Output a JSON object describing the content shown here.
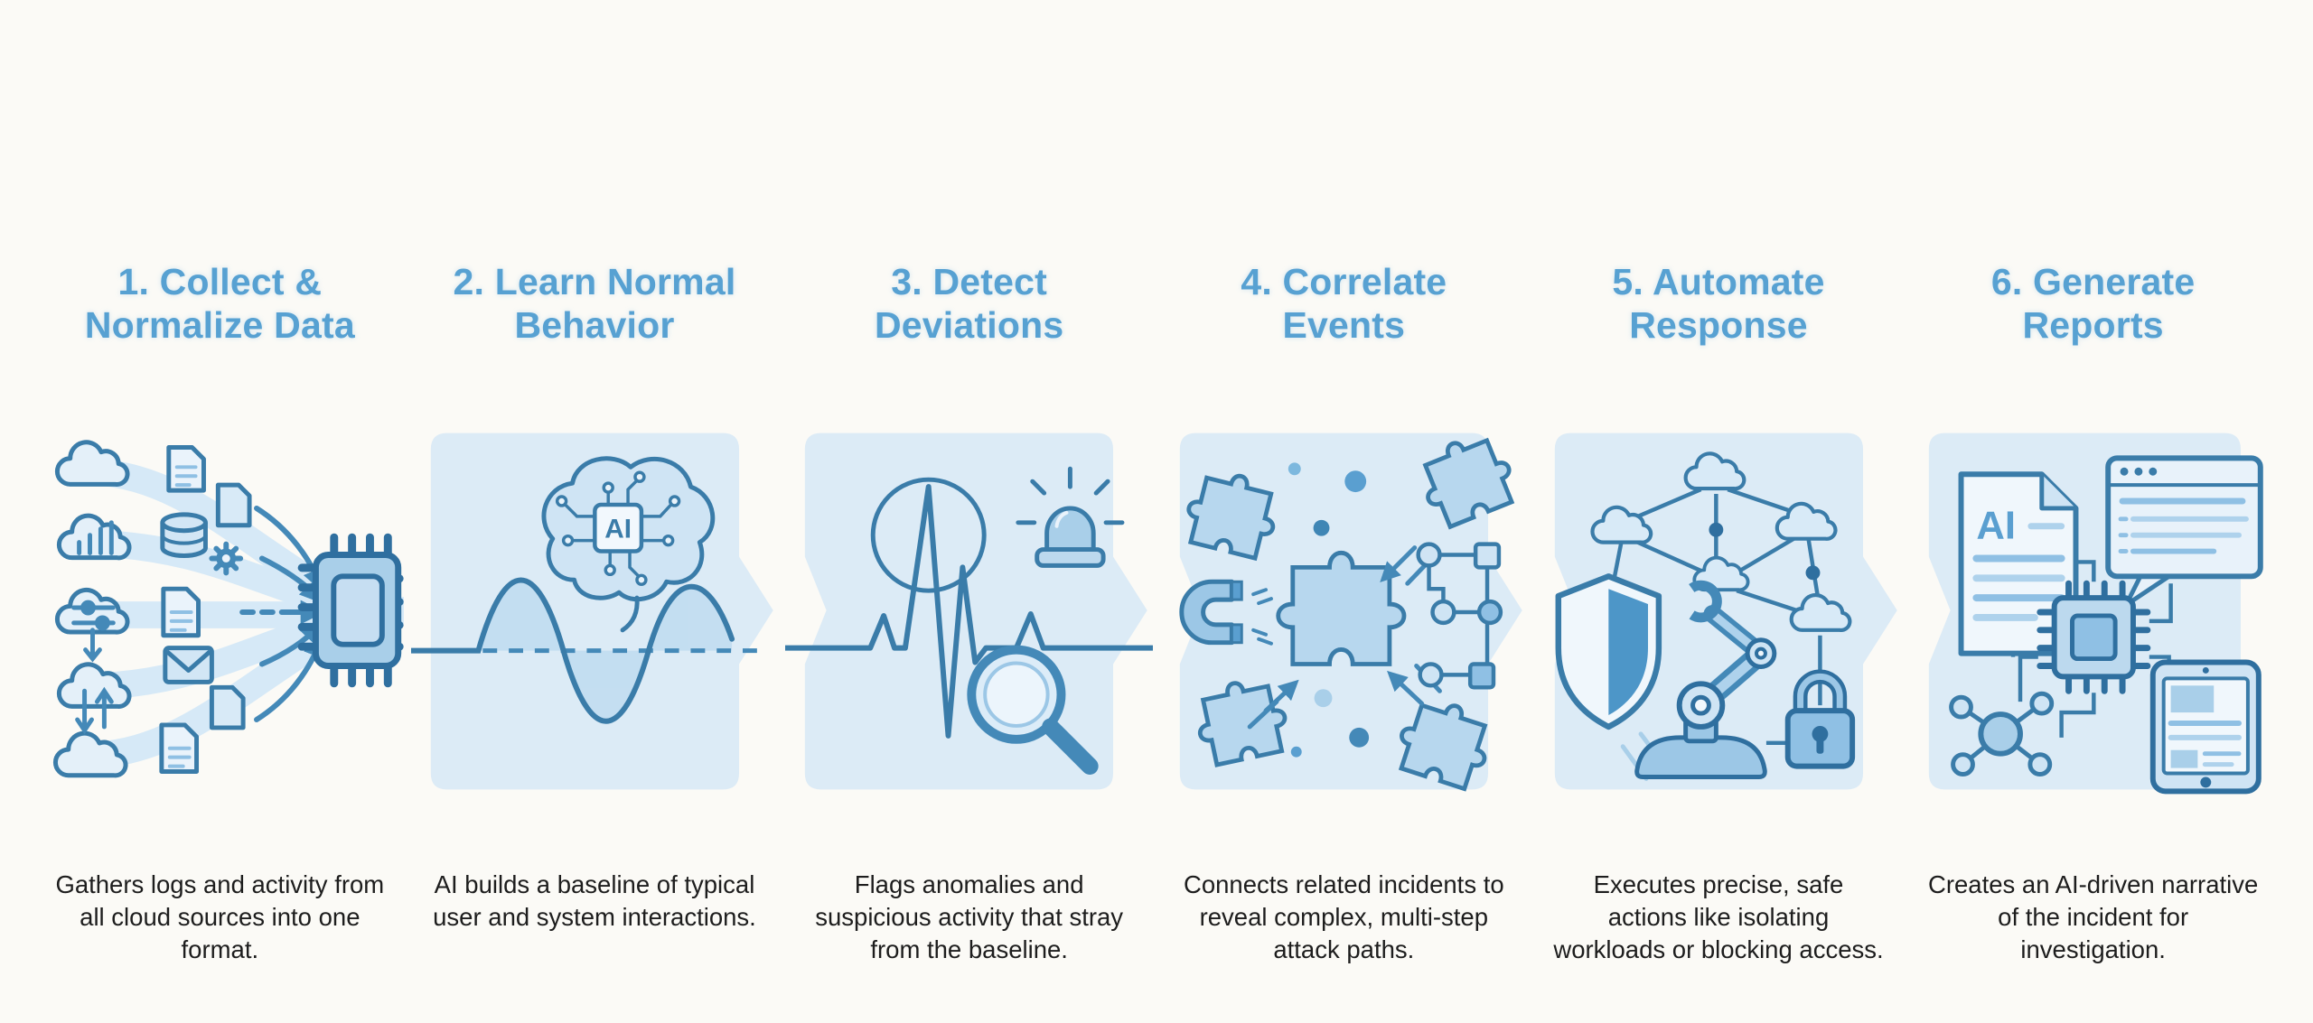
{
  "page": {
    "background": "#fbfaf6",
    "accent_blue": "#57a1d2",
    "icon_stroke": "#3a7ca9",
    "icon_stroke_dark": "#2f6f9f",
    "icon_fill_light": "#d8eaf7",
    "icon_fill_mid": "#a9cfe9",
    "panel_fill": "#dcebf6",
    "caption_color": "#1d1d1d"
  },
  "steps": [
    {
      "id": 1,
      "title": "1. Collect &\nNormalize Data",
      "caption": "Gathers logs and activity from all cloud sources into one format.",
      "icons": [
        "cloud-icon",
        "bar-chart-cloud-icon",
        "settings-cloud-icon",
        "sync-arrows-cloud-icon",
        "document-icon",
        "database-icon",
        "gear-icon",
        "envelope-icon",
        "converging-arrows-icon",
        "cpu-chip-icon"
      ]
    },
    {
      "id": 2,
      "title": "2. Learn Normal\nBehavior",
      "caption": "AI builds a baseline of typical user and system interactions.",
      "brain_chip_label": "AI",
      "icons": [
        "ai-brain-icon",
        "sine-wave-icon",
        "dashed-baseline-icon"
      ]
    },
    {
      "id": 3,
      "title": "3. Detect\nDeviations",
      "caption": "Flags anomalies and suspicious activity that stray from the baseline.",
      "icons": [
        "ecg-spike-icon",
        "anomaly-circle-icon",
        "siren-icon",
        "magnifier-icon"
      ]
    },
    {
      "id": 4,
      "title": "4. Correlate\nEvents",
      "caption": "Connects related incidents to reveal complex, multi-step attack paths.",
      "icons": [
        "puzzle-piece-icon",
        "magnet-icon",
        "flowchart-icon",
        "dot-icon",
        "converging-arrows-icon"
      ]
    },
    {
      "id": 5,
      "title": "5. Automate\nResponse",
      "caption": "Executes precise, safe actions like isolating workloads or blocking access.",
      "icons": [
        "shield-icon",
        "cloud-network-icon",
        "robot-arm-icon",
        "wrench-icon",
        "padlock-icon"
      ]
    },
    {
      "id": 6,
      "title": "6. Generate\nReports",
      "caption": "Creates an AI-driven narrative of the incident for investigation.",
      "document_label": "AI",
      "icons": [
        "ai-report-icon",
        "browser-chat-icon",
        "cpu-chip-icon",
        "tablet-icon",
        "molecule-icon"
      ]
    }
  ]
}
